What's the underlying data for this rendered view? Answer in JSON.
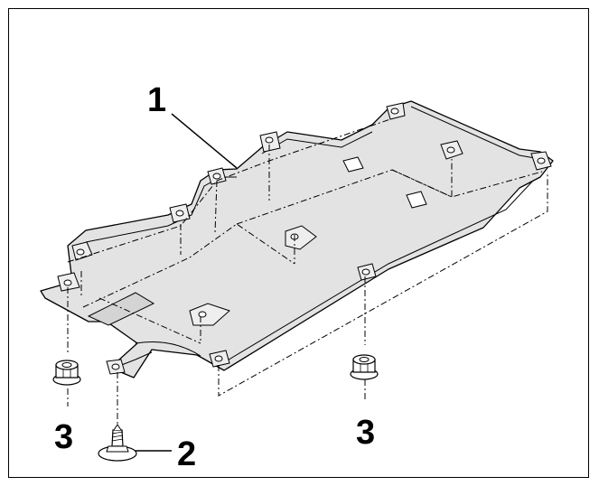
{
  "diagram": {
    "callouts": {
      "shield": "1",
      "bolt": "2",
      "nut_left": "3",
      "nut_right": "3"
    },
    "colors": {
      "line": "#000000",
      "panel_fill": "#e3e3e3",
      "background": "#ffffff"
    },
    "icons": {
      "nut": "flange-nut-icon",
      "bolt": "screw-icon"
    }
  }
}
